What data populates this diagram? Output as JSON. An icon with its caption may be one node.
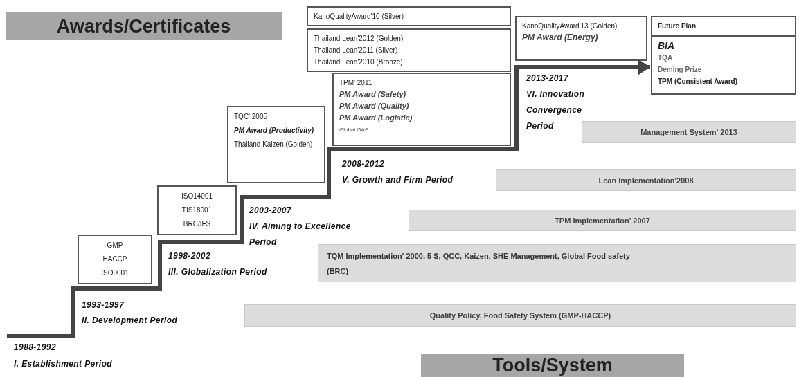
{
  "diagram": {
    "nodes": [
      {
        "text": [
          "Awards/Certificates"
        ]
      },
      {
        "text": [
          "GMP",
          "HACCP",
          "ISO9001"
        ]
      },
      {
        "text": [
          "ISO14001",
          "TIS18001",
          "BRC/IFS"
        ]
      },
      {
        "text": [
          "TQC' 2005",
          "PM Award (Productivity)",
          "Thailand Kaizen (Golden)"
        ]
      },
      {
        "text": [
          "KanoQualityAward'10 (Silver)"
        ]
      },
      {
        "text": [
          "Thailand Lean'2012 (Golden)",
          "Thailand Lean'2011 (Silver)",
          "Thailand Lean'2010 (Bronze)"
        ]
      },
      {
        "text": [
          "TPM' 2011",
          "PM Award (Safety)",
          "PM Award (Quality)",
          "PM Award (Logistic)",
          "Global GAP"
        ]
      },
      {
        "text": [
          "KanoQualityAward'13 (Golden)",
          "PM Award (Energy)"
        ]
      },
      {
        "text": [
          "Future Plan"
        ]
      },
      {
        "text": [
          "BIA",
          "TQA",
          "Deming Prize",
          "TPM (Consistent Award)"
        ]
      },
      {
        "text": [
          "Management System' 2013"
        ]
      },
      {
        "text": [
          "Lean Implementation'2008"
        ]
      },
      {
        "text": [
          "TPM Implementation' 2007"
        ]
      },
      {
        "text": [
          "TQM Implementation' 2000, 5 S, QCC, Kaizen, SHE Management, Global Food safety (BRC)"
        ]
      },
      {
        "text": [
          "Quality Policy, Food Safety System (GMP-HACCP)"
        ]
      },
      {
        "text": [
          "Tools/System"
        ]
      }
    ],
    "edges": [
      {
        "from": null,
        "to": 9,
        "arrow": "to"
      }
    ],
    "labels": [
      "2013-2017",
      "VI. Innovation Convergence Period",
      "2008-2012",
      "V. Growth and Firm Period",
      "2003-2007",
      "IV. Aiming to Excellence Period",
      "1998-2002",
      "III. Globalization Period",
      "1993-1997",
      "II. Development Period",
      "1988-1992",
      "I. Establishment Period"
    ]
  }
}
